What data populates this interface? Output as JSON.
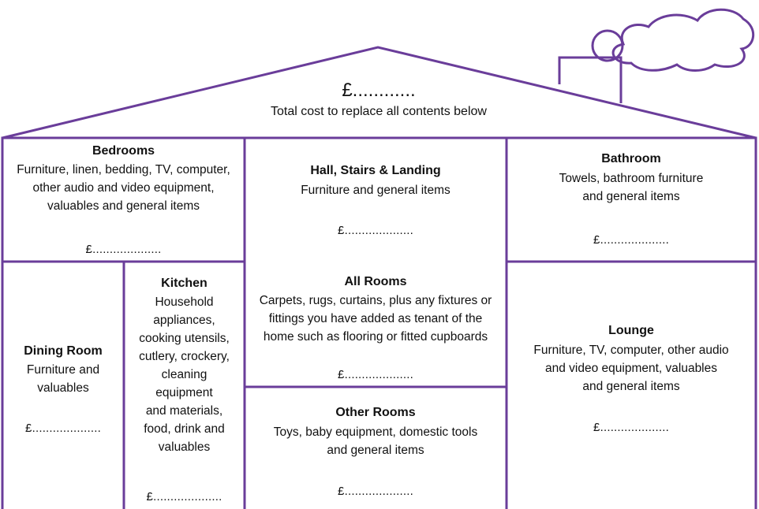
{
  "colors": {
    "outline": "#6a3d9a",
    "text": "#111111",
    "background": "#ffffff"
  },
  "roof": {
    "amount": "£............",
    "caption": "Total cost to replace all contents below"
  },
  "rooms": {
    "bedrooms": {
      "title": "Bedrooms",
      "lines": [
        "Furniture, linen, bedding, TV, computer,",
        "other audio and video equipment,",
        "valuables and general items"
      ],
      "amount": "£...................."
    },
    "hall": {
      "title": "Hall, Stairs & Landing",
      "lines": [
        "Furniture and general items"
      ],
      "amount": "£...................."
    },
    "bathroom": {
      "title": "Bathroom",
      "lines": [
        "Towels, bathroom furniture",
        "and general items"
      ],
      "amount": "£...................."
    },
    "dining": {
      "title": "Dining Room",
      "lines": [
        "Furniture and",
        "valuables"
      ],
      "amount": "£...................."
    },
    "kitchen": {
      "title": "Kitchen",
      "lines": [
        "Household",
        "appliances,",
        "cooking utensils,",
        "cutlery, crockery,",
        "cleaning",
        "equipment",
        "and materials,",
        "food, drink and",
        "valuables"
      ],
      "amount": "£...................."
    },
    "all": {
      "title": "All Rooms",
      "lines": [
        "Carpets, rugs, curtains, plus any fixtures or",
        "fittings you have added as tenant of the",
        "home such as flooring or fitted cupboards"
      ],
      "amount": "£...................."
    },
    "other": {
      "title": "Other Rooms",
      "lines": [
        "Toys, baby equipment, domestic tools",
        "and general items"
      ],
      "amount": "£...................."
    },
    "lounge": {
      "title": "Lounge",
      "lines": [
        "Furniture, TV, computer, other audio",
        "and video equipment, valuables",
        "and general items"
      ],
      "amount": "£...................."
    }
  }
}
